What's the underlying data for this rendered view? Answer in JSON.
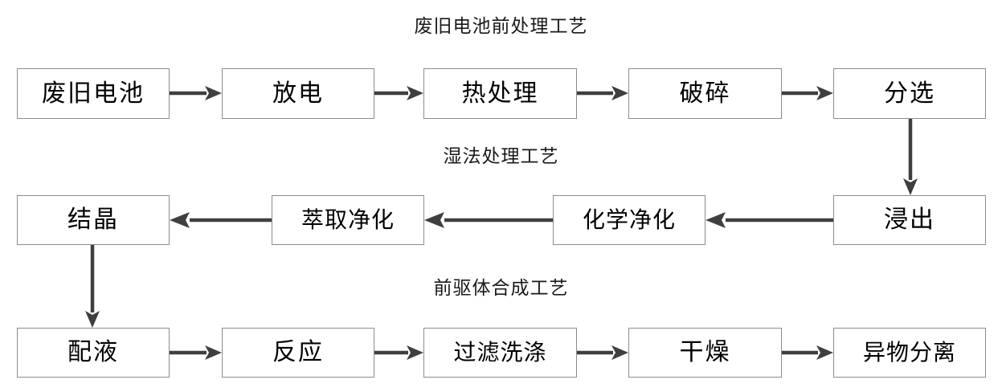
{
  "diagram": {
    "title_1": "废旧电池前处理工艺",
    "title_2": "湿法处理工艺",
    "title_3": "前驱体合成工艺",
    "colors": {
      "box_border": "#8c8c8c",
      "box_fill": "#ffffff",
      "arrow": "#3f3f3f",
      "text": "#000000",
      "background": "#ffffff"
    },
    "stages": [
      {
        "name": "pretreatment",
        "label": "废旧电池前处理工艺",
        "direction": "left-to-right",
        "nodes": [
          {
            "id": "waste-battery",
            "label": "废旧电池"
          },
          {
            "id": "discharge",
            "label": "放电"
          },
          {
            "id": "heat-treatment",
            "label": "热处理"
          },
          {
            "id": "crushing",
            "label": "破碎"
          },
          {
            "id": "sorting",
            "label": "分选"
          }
        ]
      },
      {
        "name": "hydrometallurgy",
        "label": "湿法处理工艺",
        "direction": "right-to-left",
        "nodes": [
          {
            "id": "crystallization",
            "label": "结晶"
          },
          {
            "id": "extraction-purification",
            "label": "萃取净化"
          },
          {
            "id": "chemical-purification",
            "label": "化学净化"
          },
          {
            "id": "leaching",
            "label": "浸出"
          }
        ]
      },
      {
        "name": "precursor-synthesis",
        "label": "前驱体合成工艺",
        "direction": "left-to-right",
        "nodes": [
          {
            "id": "solution-preparation",
            "label": "配液"
          },
          {
            "id": "reaction",
            "label": "反应"
          },
          {
            "id": "filtration-washing",
            "label": "过滤洗涤"
          },
          {
            "id": "drying",
            "label": "干燥"
          },
          {
            "id": "foreign-matter-separation",
            "label": "异物分离"
          }
        ]
      }
    ],
    "connectors": [
      {
        "id": "c1",
        "from": "waste-battery",
        "to": "discharge",
        "orientation": "horizontal",
        "direction": "right"
      },
      {
        "id": "c2",
        "from": "discharge",
        "to": "heat-treatment",
        "orientation": "horizontal",
        "direction": "right"
      },
      {
        "id": "c3",
        "from": "heat-treatment",
        "to": "crushing",
        "orientation": "horizontal",
        "direction": "right"
      },
      {
        "id": "c4",
        "from": "crushing",
        "to": "sorting",
        "orientation": "horizontal",
        "direction": "right"
      },
      {
        "id": "c5",
        "from": "sorting",
        "to": "leaching",
        "orientation": "vertical",
        "direction": "down"
      },
      {
        "id": "c6",
        "from": "leaching",
        "to": "chemical-purification",
        "orientation": "horizontal",
        "direction": "left"
      },
      {
        "id": "c7",
        "from": "chemical-purification",
        "to": "extraction-purification",
        "orientation": "horizontal",
        "direction": "left"
      },
      {
        "id": "c8",
        "from": "extraction-purification",
        "to": "crystallization",
        "orientation": "horizontal",
        "direction": "left"
      },
      {
        "id": "c9",
        "from": "crystallization",
        "to": "solution-preparation",
        "orientation": "vertical",
        "direction": "down"
      },
      {
        "id": "c10",
        "from": "solution-preparation",
        "to": "reaction",
        "orientation": "horizontal",
        "direction": "right"
      },
      {
        "id": "c11",
        "from": "reaction",
        "to": "filtration-washing",
        "orientation": "horizontal",
        "direction": "right"
      },
      {
        "id": "c12",
        "from": "filtration-washing",
        "to": "drying",
        "orientation": "horizontal",
        "direction": "right"
      },
      {
        "id": "c13",
        "from": "drying",
        "to": "foreign-matter-separation",
        "orientation": "horizontal",
        "direction": "right"
      }
    ]
  }
}
